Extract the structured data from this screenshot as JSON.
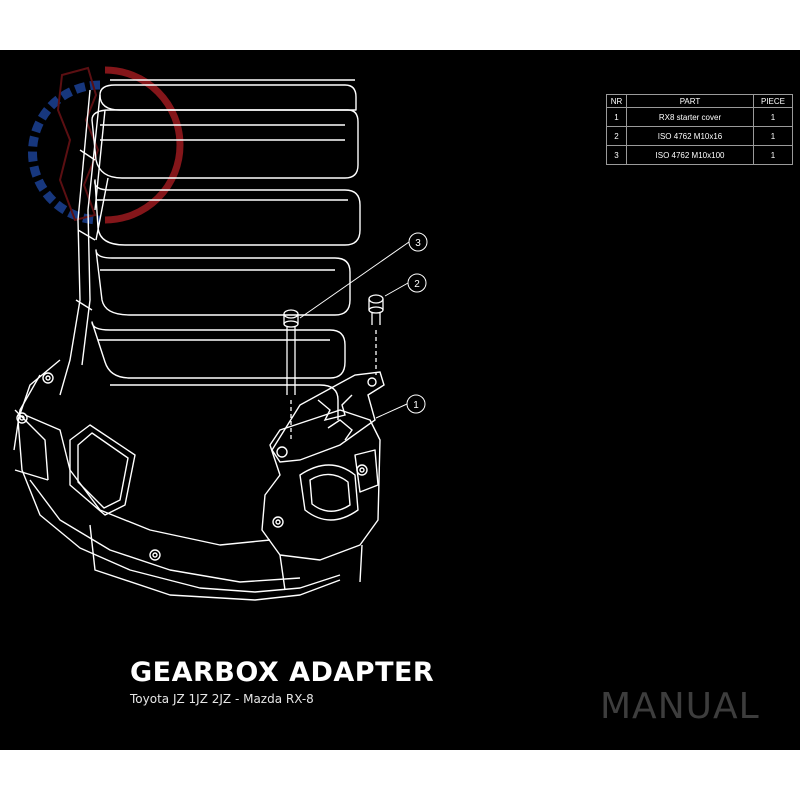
{
  "parts_table": {
    "headers": {
      "nr": "NR",
      "part": "PART",
      "piece": "PIECE"
    },
    "rows": [
      {
        "nr": "1",
        "part": "RX8 starter cover",
        "piece": "1"
      },
      {
        "nr": "2",
        "part": "ISO 4762 M10x16",
        "piece": "1"
      },
      {
        "nr": "3",
        "part": "ISO 4762 M10x100",
        "piece": "1"
      }
    ]
  },
  "callouts": [
    "1",
    "2",
    "3"
  ],
  "title": "GEARBOX ADAPTER",
  "subtitle": "Toyota JZ 1JZ 2JZ - Mazda RX-8",
  "footer_label": "MANUAL",
  "colors": {
    "background": "#000000",
    "lines": "#ffffff",
    "logo_red": "#b01e23",
    "logo_blue": "#1f4aa8",
    "manual_text": "#3d3d3d"
  },
  "icons": [
    "brand-logo-icon"
  ]
}
